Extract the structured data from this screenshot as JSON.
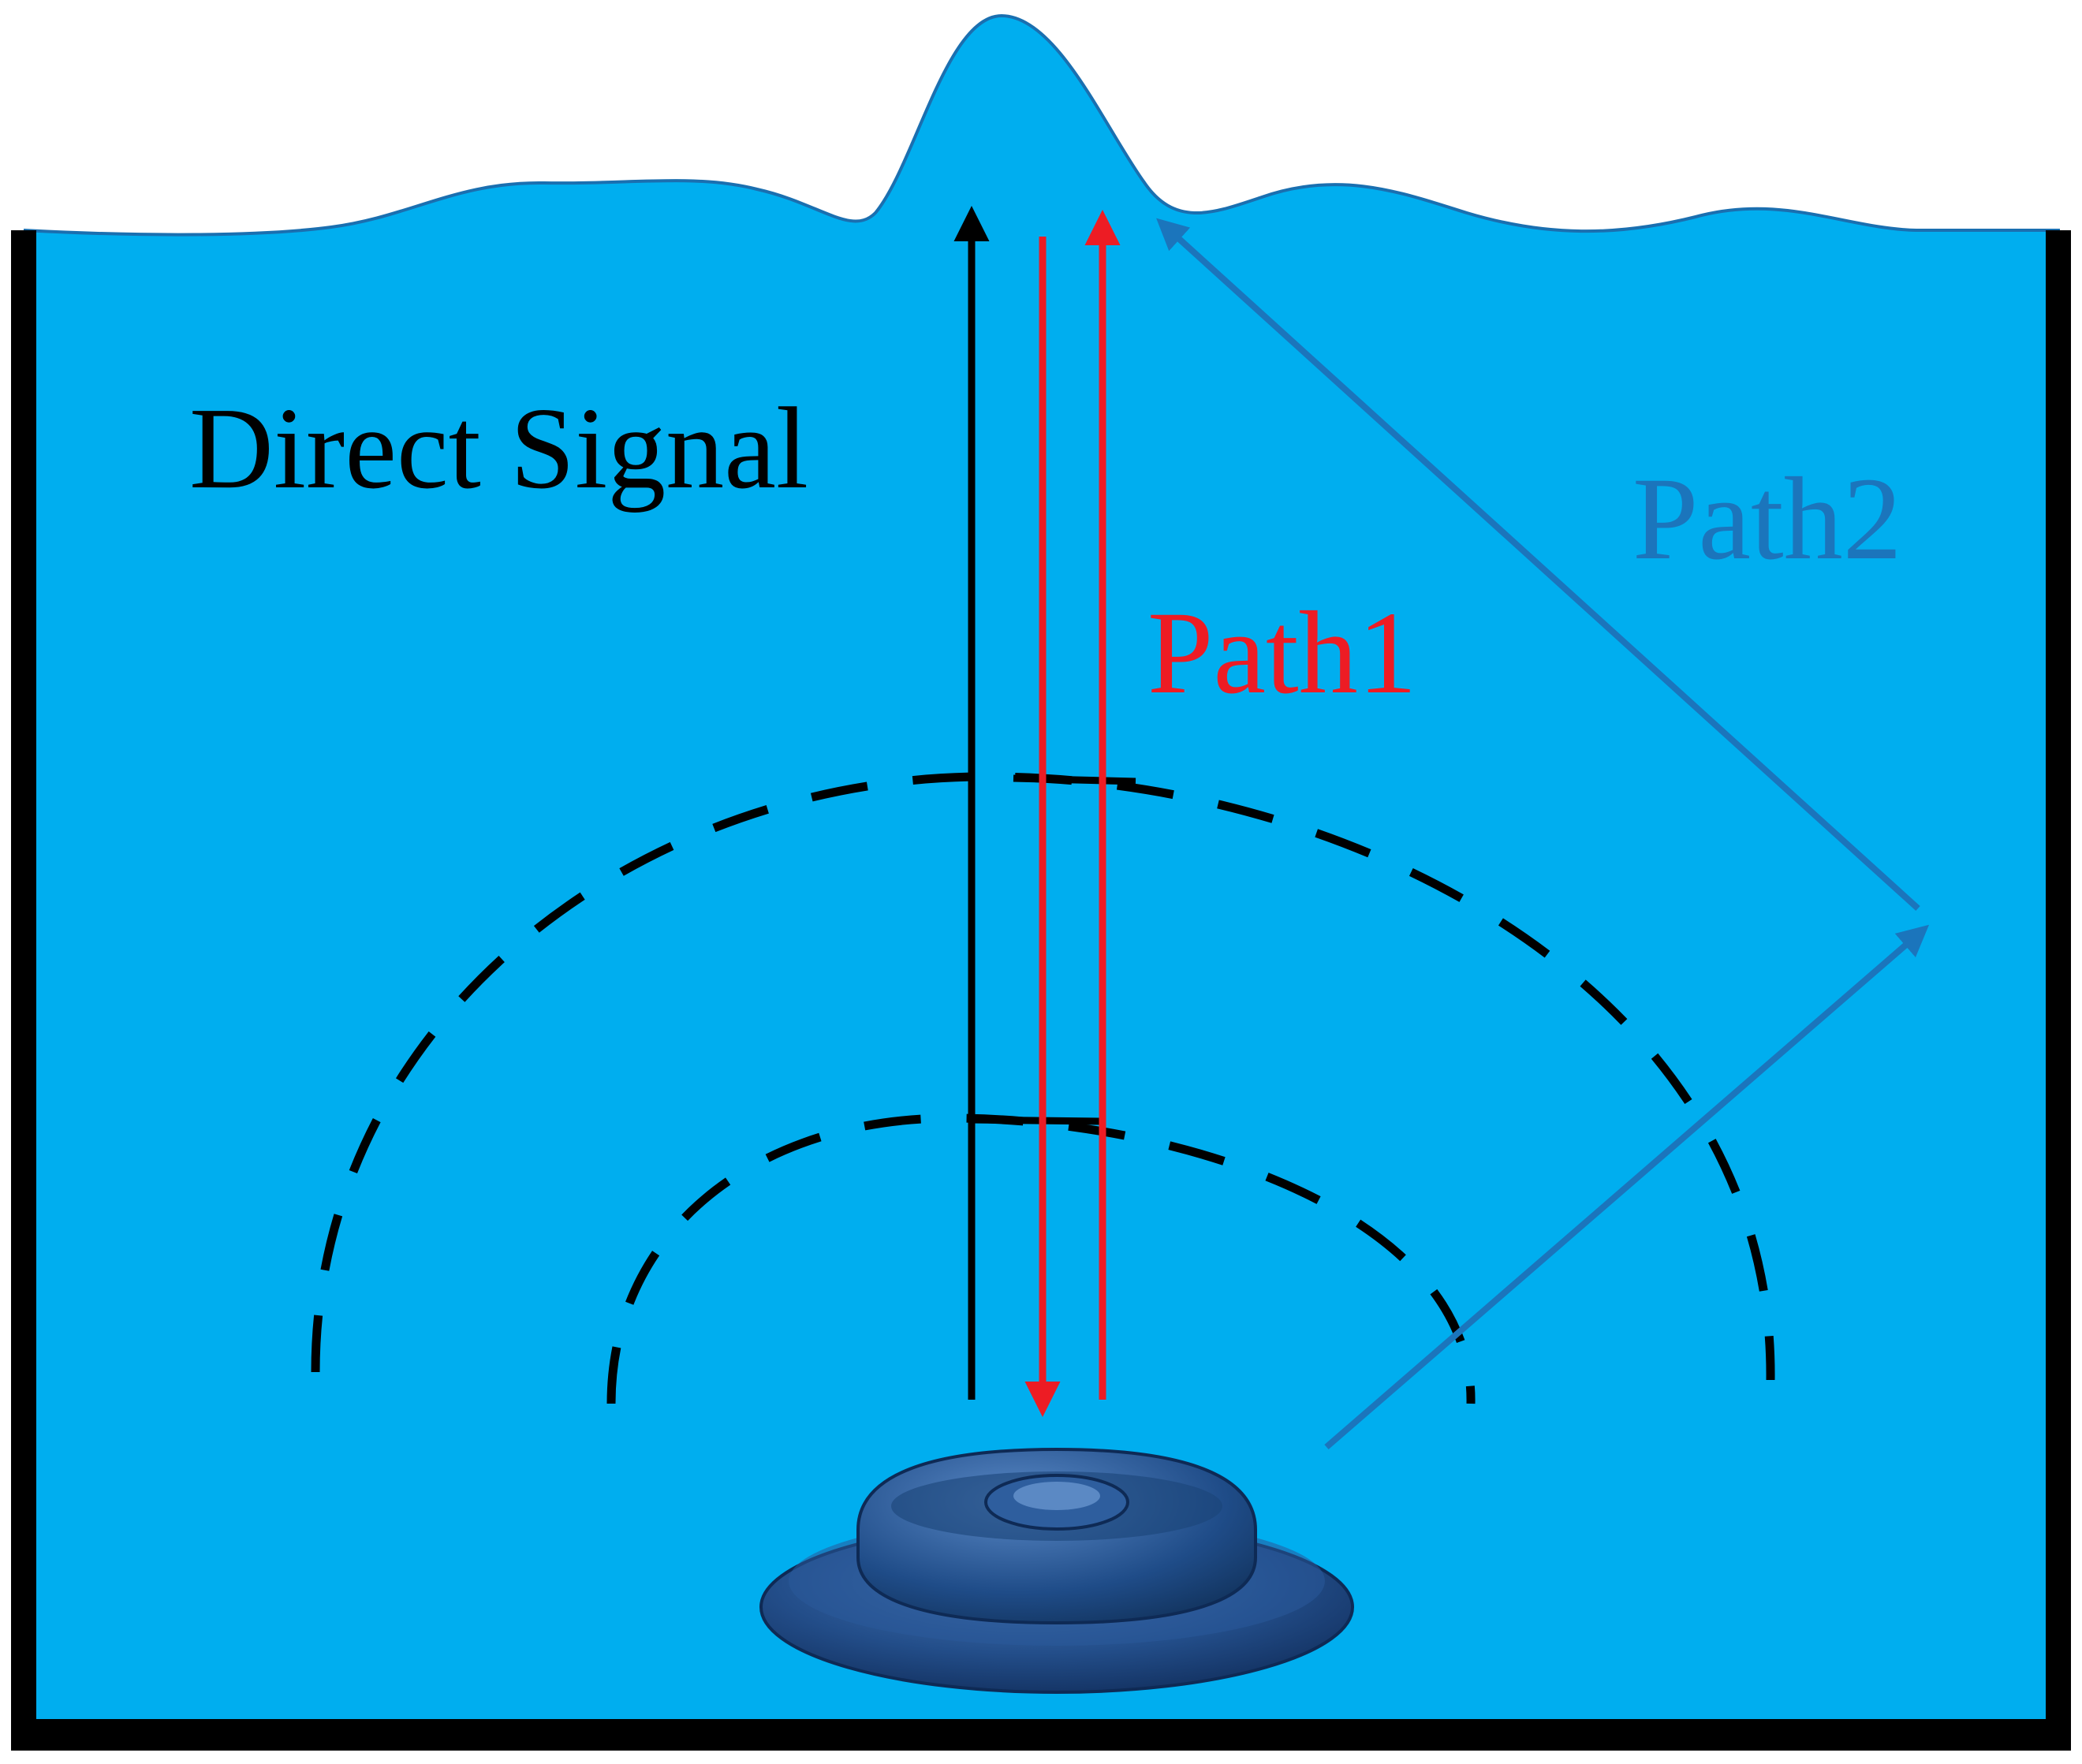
{
  "labels": {
    "direct": "Direct Signal",
    "path1": "Path1",
    "path2": "Path2"
  },
  "colors": {
    "water": "#00AEEF",
    "surface_line": "#1A6FB0",
    "tank_wall": "#000000",
    "direct_signal": "#000000",
    "path1": "#ED1C24",
    "path2": "#1B75BC",
    "transducer": "#1F4E8C"
  }
}
